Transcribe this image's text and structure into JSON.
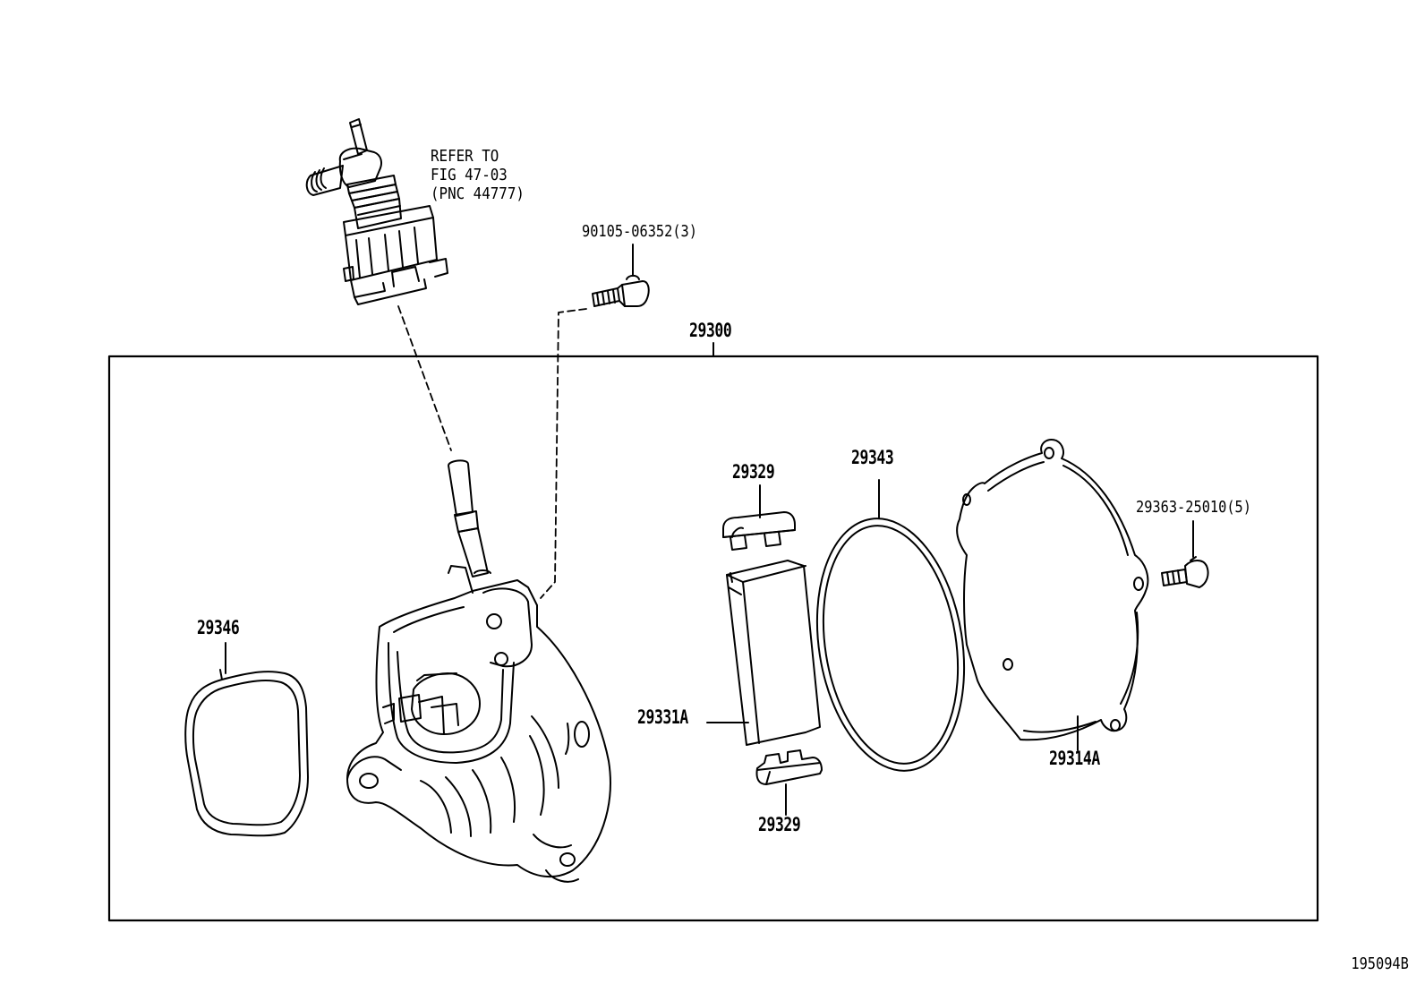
{
  "callouts": {
    "assembly": "29300",
    "seal_ring": "29346",
    "vane_upper": "29329",
    "rotor": "29331A",
    "o_ring": "29343",
    "cover": "29314A",
    "vane_lower": "29329",
    "cover_screw": "29363-25010(5)",
    "bolt": "90105-06352(3)"
  },
  "reference_note": {
    "line1": "REFER TO",
    "line2": "FIG 47-03",
    "line3": "(PNC 44777)"
  },
  "figure_id": "195094B"
}
